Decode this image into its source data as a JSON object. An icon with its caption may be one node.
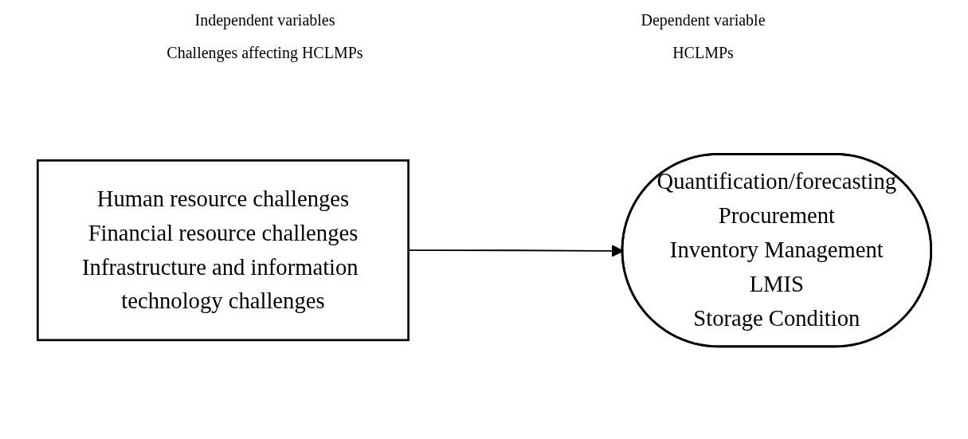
{
  "diagram": {
    "nodes": [
      {
        "text": [
          "Human resource challenges",
          "Financial resource challenges",
          "Infrastructure and information technology challenges"
        ]
      },
      {
        "text": [
          "Quantification/forecasting",
          "Procurement",
          "Inventory Management",
          "LMIS",
          "Storage Condition"
        ]
      }
    ],
    "edges": [
      {
        "from": 0,
        "to": 1,
        "arrow": "to"
      }
    ],
    "labels": [
      "Independent variables",
      "Dependent variable",
      "Challenges affecting HCLMPs",
      "HCLMPs"
    ]
  }
}
